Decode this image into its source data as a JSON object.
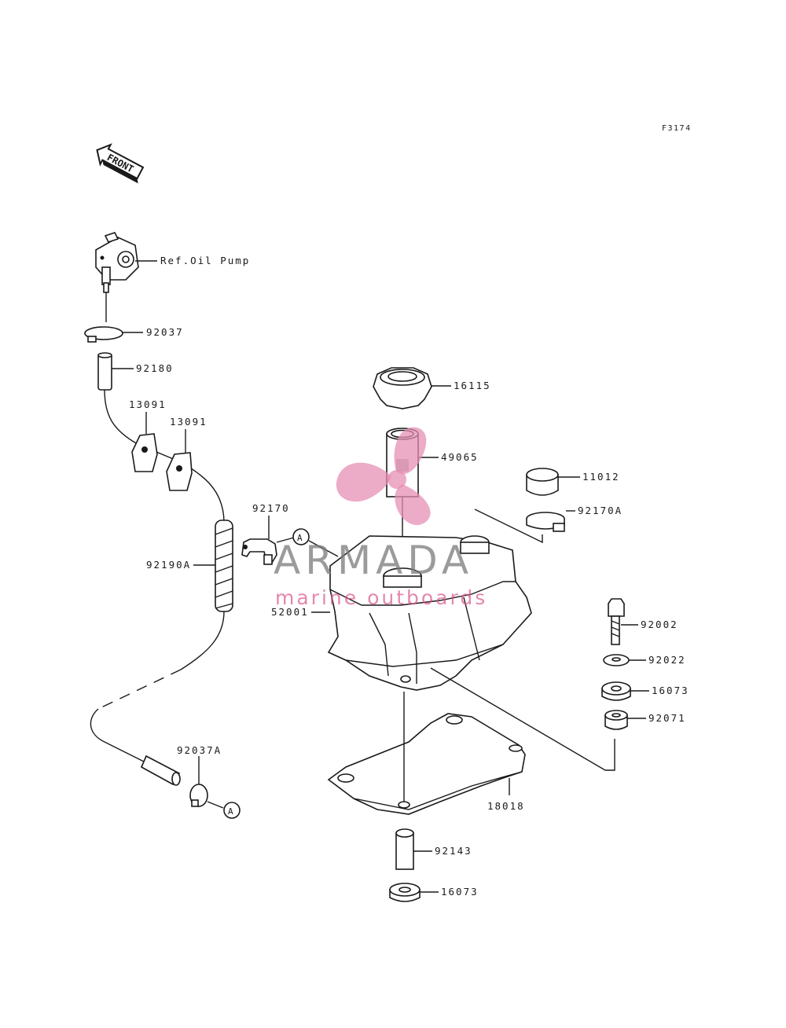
{
  "figure_id": "F3174",
  "front_label": "FRONT",
  "callouts": {
    "ref_oil_pump": "Ref.Oil Pump",
    "p92037": "92037",
    "p92180": "92180",
    "p13091_a": "13091",
    "p13091_b": "13091",
    "p92190a": "92190A",
    "p92170": "92170",
    "p16115": "16115",
    "p49065": "49065",
    "p11012": "11012",
    "p92170a": "92170A",
    "p52001": "52001",
    "p92002": "92002",
    "p92022": "92022",
    "p16073_a": "16073",
    "p92071": "92071",
    "p18018": "18018",
    "p92143": "92143",
    "p16073_b": "16073",
    "p92037a": "92037A"
  },
  "ref_markers": [
    "A",
    "A"
  ],
  "watermark": {
    "title": "ARMADA",
    "subtitle": "marine outboards",
    "color_pink": "#e58fb3",
    "color_gray": "#7a7a7a"
  }
}
